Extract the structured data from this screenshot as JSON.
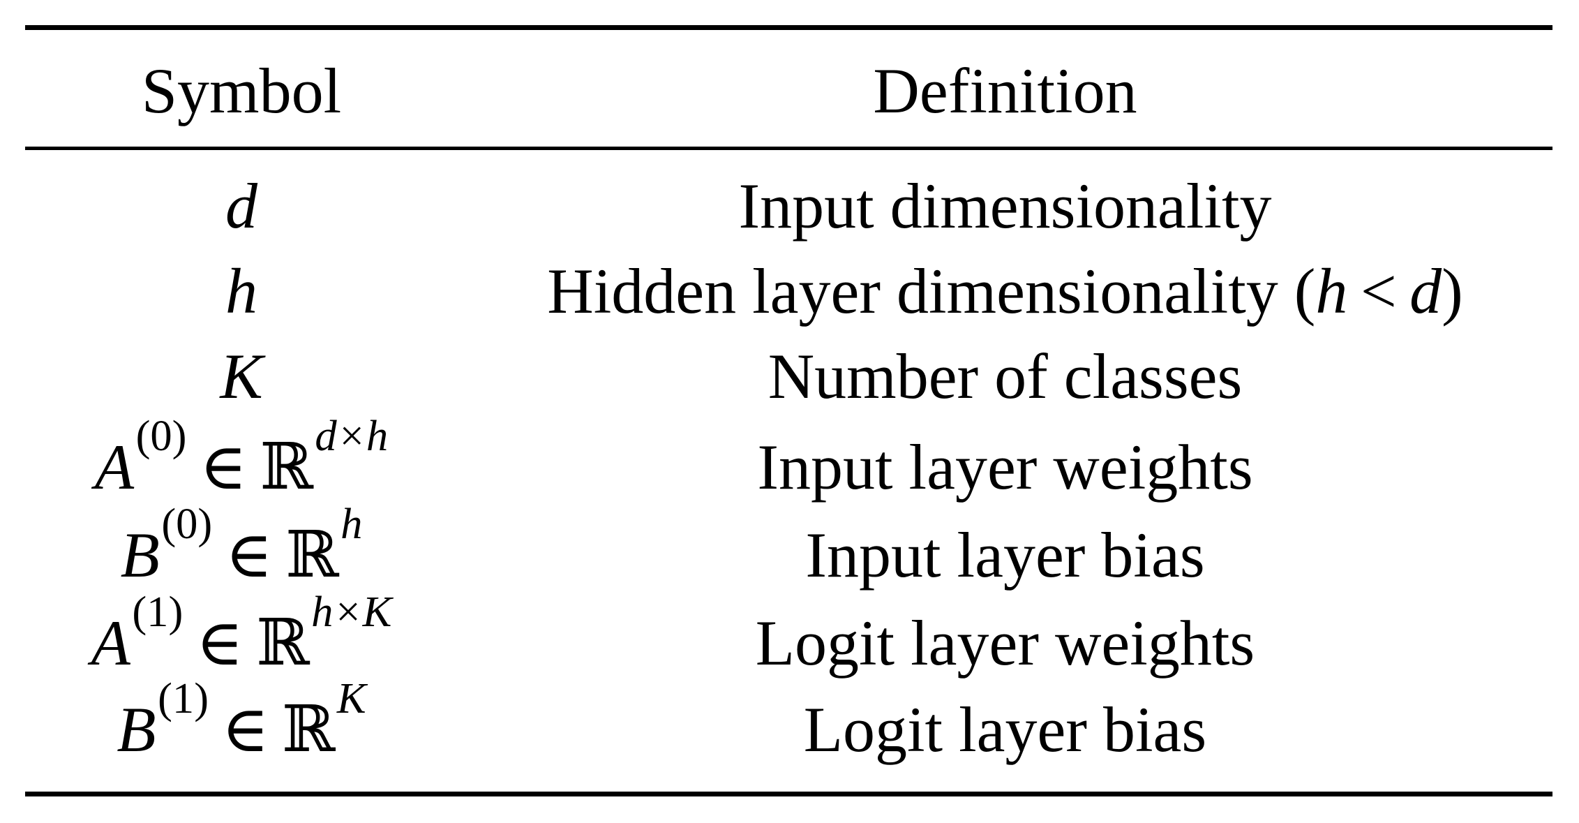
{
  "table": {
    "headers": {
      "symbol": "Symbol",
      "definition": "Definition"
    },
    "rows": [
      {
        "symbol": "d",
        "definition": "Input dimensionality"
      },
      {
        "symbol": "h",
        "definition": "Hidden layer dimensionality (h < d)",
        "definition_text": "Hidden layer dimensionality (",
        "definition_math": "h < d",
        "definition_close": ")"
      },
      {
        "symbol": "K",
        "definition": "Number of classes"
      },
      {
        "symbol": "A^(0) ∈ ℝ^(d×h)",
        "definition": "Input layer weights"
      },
      {
        "symbol": "B^(0) ∈ ℝ^h",
        "definition": "Input layer bias"
      },
      {
        "symbol": "A^(1) ∈ ℝ^(h×K)",
        "definition": "Logit layer weights"
      },
      {
        "symbol": "B^(1) ∈ ℝ^K",
        "definition": "Logit layer bias"
      }
    ]
  },
  "math_parts": {
    "row0": {
      "var": "d"
    },
    "row1": {
      "var": "h",
      "ineq_a": "h",
      "ineq_op": "<",
      "ineq_b": "d"
    },
    "row2": {
      "var": "K"
    },
    "row3": {
      "base": "A",
      "sup": "(0)",
      "rel": "∈",
      "set": "ℝ",
      "set_sup": "d×h"
    },
    "row4": {
      "base": "B",
      "sup": "(0)",
      "rel": "∈",
      "set": "ℝ",
      "set_sup": "h"
    },
    "row5": {
      "base": "A",
      "sup": "(1)",
      "rel": "∈",
      "set": "ℝ",
      "set_sup": "h×K"
    },
    "row6": {
      "base": "B",
      "sup": "(1)",
      "rel": "∈",
      "set": "ℝ",
      "set_sup": "K"
    }
  }
}
